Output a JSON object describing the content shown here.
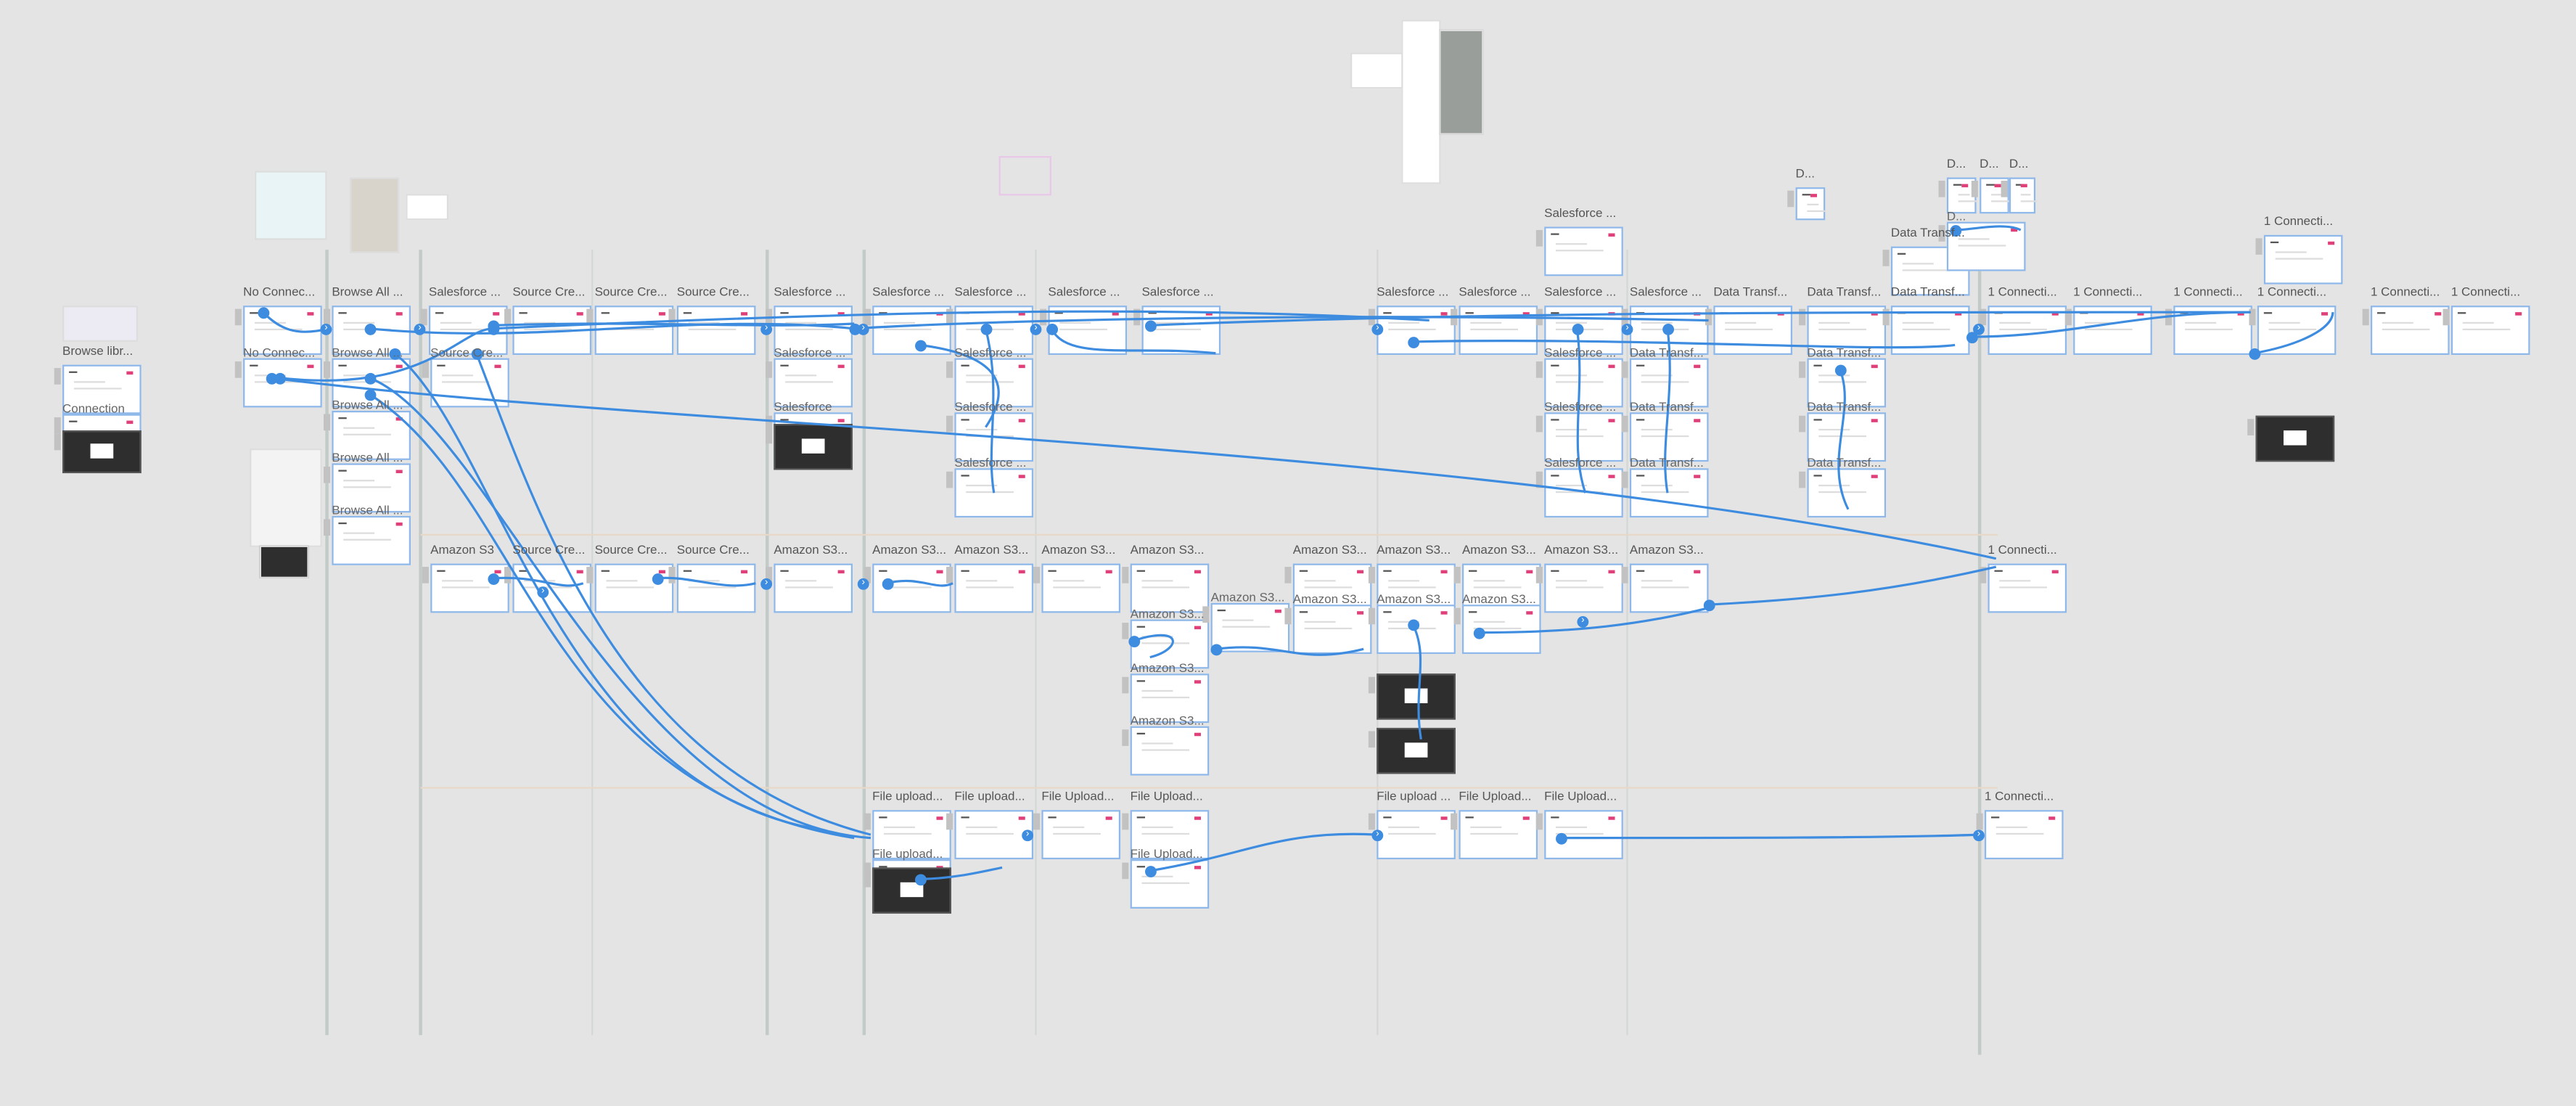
{
  "canvas": {
    "background": "#e4e4e4",
    "link_color": "#3d8ce0",
    "frames": [
      "No Connec...",
      "Browse All ...",
      "Salesforce ...",
      "Source Cre...",
      "Source Cre...",
      "Source Cre...",
      "Salesforce ...",
      "Salesforce ...",
      "Salesforce ...",
      "Salesforce ...",
      "Salesforce ...",
      "Salesforce ...",
      "Salesforce ...",
      "Salesforce ...",
      "Salesforce ...",
      "Data Transf...",
      "Data Transf...",
      "Data Transf...",
      "1 Connecti...",
      "1 Connecti...",
      "1 Connecti...",
      "1 Connecti...",
      "1 Connecti...",
      "1 Connecti...",
      "Amazon S3",
      "Source Cre...",
      "Source Cre...",
      "Source Cre...",
      "Amazon S3...",
      "Amazon S3...",
      "Amazon S3...",
      "Amazon S3...",
      "Amazon S3...",
      "Amazon S3...",
      "Amazon S3...",
      "Amazon S3...",
      "Amazon S3...",
      "Amazon S3...",
      "1 Connecti...",
      "File upload...",
      "File upload...",
      "File Upload...",
      "File Upload...",
      "File upload ...",
      "File Upload...",
      "File Upload...",
      "1 Connecti...",
      "Browse libr...",
      "Salesforce ...",
      "Data Transf...",
      "1 Connecti...",
      "D...",
      "D...",
      "D...",
      "D..."
    ],
    "inner_labels": [
      "No Connec...",
      "Browse All ...",
      "Browse All ...",
      "Browse All ...",
      "Browse All ...",
      "Source Cre...",
      "Salesforce ...",
      "Salesforce",
      "Salesforce ...",
      "Salesforce ...",
      "Salesforce ...",
      "Salesforce ...",
      "Salesforce ...",
      "Salesforce ...",
      "Data Transf...",
      "Data Transf...",
      "Data Transf...",
      "Data Transf...",
      "Data Transf...",
      "Data Transf...",
      "Amazon S3...",
      "Amazon S3...",
      "Amazon S3...",
      "Amazon S3...",
      "Amazon S3...",
      "Amazon S3...",
      "Amazon S3...",
      "File upload...",
      "File Upload...",
      "Connection",
      "D..."
    ]
  }
}
